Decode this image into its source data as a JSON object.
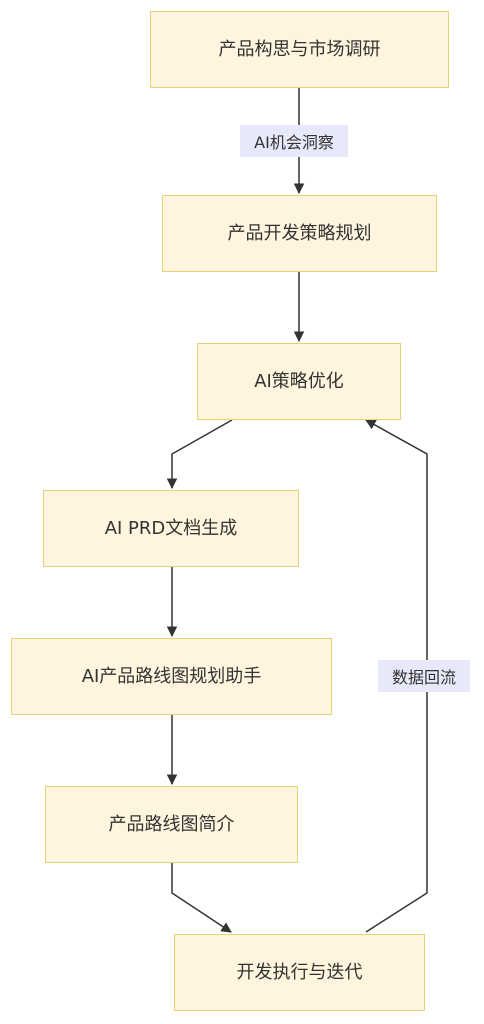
{
  "diagram": {
    "nodes": [
      {
        "id": "n1",
        "label": "产品构思与市场调研"
      },
      {
        "id": "n2",
        "label": "产品开发策略规划"
      },
      {
        "id": "n3",
        "label": "AI策略优化"
      },
      {
        "id": "n4",
        "label": "AI PRD文档生成"
      },
      {
        "id": "n5",
        "label": "AI产品路线图规划助手"
      },
      {
        "id": "n6",
        "label": "产品路线图简介"
      },
      {
        "id": "n7",
        "label": "开发执行与迭代"
      }
    ],
    "edge_labels": {
      "n1_n2": "AI机会洞察",
      "n7_n3": "数据回流"
    },
    "colors": {
      "node_fill": "#fff4dd",
      "node_border": "#e6d27a",
      "edge_label_fill": "#e8e8fb",
      "edge_stroke": "#333333"
    }
  }
}
